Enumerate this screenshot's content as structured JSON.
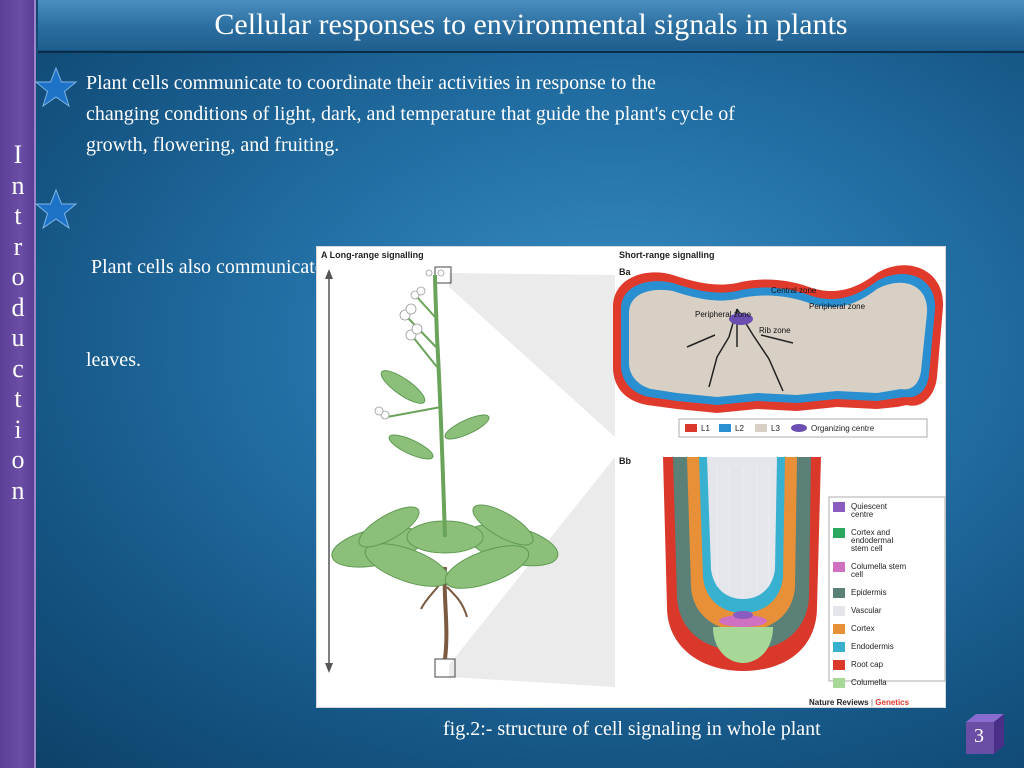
{
  "slide": {
    "title": "Cellular responses to environmental signals in plants",
    "sidebar_letters": [
      "I",
      "n",
      "t",
      "r",
      "o",
      "d",
      "u",
      "c",
      "t",
      "i",
      "o",
      "n"
    ],
    "bullets": [
      {
        "icon": "star-icon",
        "lines": [
          "Plant cells communicate to coordinate their activities in response to the",
          "changing conditions of light, dark, and temperature that guide the plant's  cycle of",
          "growth, flowering, and fruiting."
        ]
      },
      {
        "icon": "star-icon",
        "lines": [
          " Plant cells also communicate to co-ordinate what goes on in their roots, stems, and",
          "leaves."
        ]
      }
    ],
    "caption": "fig.2:- structure of cell signaling in whole  plant",
    "page_number": "3",
    "colors": {
      "background": "#2472a8",
      "sidebar": "#6a4ea5",
      "star": "#1e73c8"
    }
  },
  "figure": {
    "panel_a_title": "A  Long-range signalling",
    "panel_b_title": "Short-range signalling",
    "panel_ba_label": "Ba",
    "panel_bb_label": "Bb",
    "zones": {
      "central": "Central zone",
      "peripheral_left": "Peripheral zone",
      "peripheral_right": "Peripheral zone",
      "rib": "Rib zone"
    },
    "shoot_legend": [
      {
        "label": "L1",
        "color": "#d9382b"
      },
      {
        "label": "L2",
        "color": "#2a8fd0"
      },
      {
        "label": "L3",
        "color": "#d8d0c4"
      },
      {
        "label": "Organizing centre",
        "color": "#6b4fb0"
      }
    ],
    "root_legend": [
      {
        "label": "Quiescent centre",
        "color": "#8a5cc0"
      },
      {
        "label": "Cortex and endodermal stem cell",
        "color": "#2aa860"
      },
      {
        "label": "Columella stem cell",
        "color": "#d070c0"
      },
      {
        "label": "Epidermis",
        "color": "#5a8078"
      },
      {
        "label": "Vascular",
        "color": "#e4e6ec"
      },
      {
        "label": "Cortex",
        "color": "#e89038"
      },
      {
        "label": "Endodermis",
        "color": "#38b0d0"
      },
      {
        "label": "Root cap",
        "color": "#d9382b"
      },
      {
        "label": "Columella",
        "color": "#a8d898"
      }
    ],
    "credit_left": "Nature Reviews",
    "credit_sep": " | ",
    "credit_right": "Genetics"
  }
}
